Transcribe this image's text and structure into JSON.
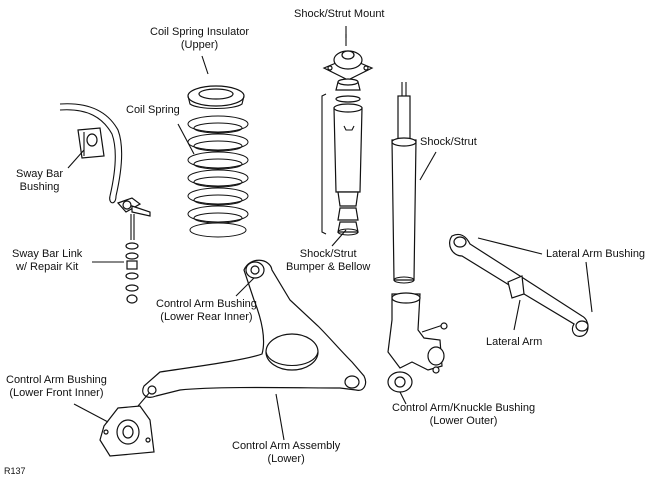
{
  "labels": {
    "strut_mount": "Shock/Strut Mount",
    "spring_insulator_1": "Coil Spring Insulator",
    "spring_insulator_2": "(Upper)",
    "coil_spring": "Coil Spring",
    "sway_bar_bushing_1": "Sway Bar",
    "sway_bar_bushing_2": "Bushing",
    "shock_strut": "Shock/Strut",
    "sway_bar_link_1": "Sway Bar Link",
    "sway_bar_link_2": "w/ Repair Kit",
    "bumper_bellow_1": "Shock/Strut",
    "bumper_bellow_2": "Bumper & Bellow",
    "lateral_arm_bushing": "Lateral Arm Bushing",
    "ca_bushing_rear_1": "Control Arm Bushing",
    "ca_bushing_rear_2": "(Lower Rear Inner)",
    "lateral_arm": "Lateral Arm",
    "ca_bushing_front_1": "Control Arm Bushing",
    "ca_bushing_front_2": "(Lower Front Inner)",
    "knuckle_bushing_1": "Control Arm/Knuckle Bushing",
    "knuckle_bushing_2": "(Lower Outer)",
    "ca_assembly_1": "Control Arm Assembly",
    "ca_assembly_2": "(Lower)"
  },
  "figure_ref": "R137"
}
